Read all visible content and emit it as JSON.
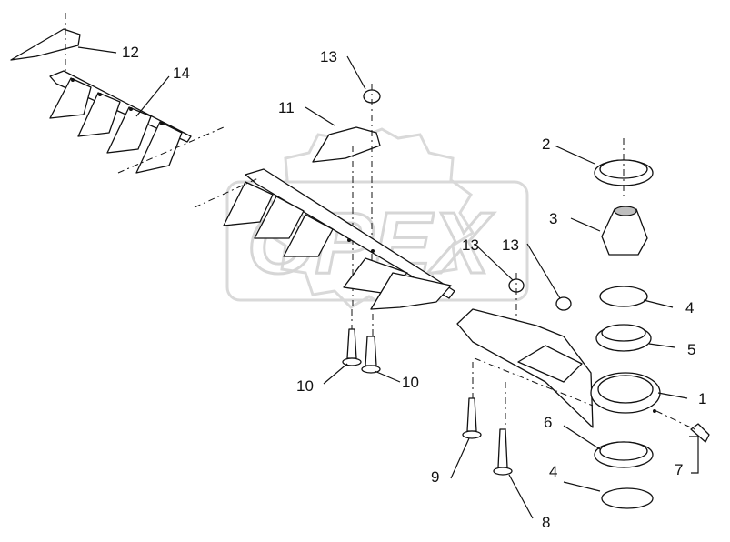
{
  "watermark": "OPEX",
  "callouts": {
    "c1": "1",
    "c2": "2",
    "c3": "3",
    "c4a": "4",
    "c4b": "4",
    "c5": "5",
    "c6": "6",
    "c7": "7",
    "c8": "8",
    "c9": "9",
    "c10a": "10",
    "c10b": "10",
    "c11": "11",
    "c12": "12",
    "c13a": "13",
    "c13b": "13",
    "c13c": "13",
    "c14": "14"
  }
}
